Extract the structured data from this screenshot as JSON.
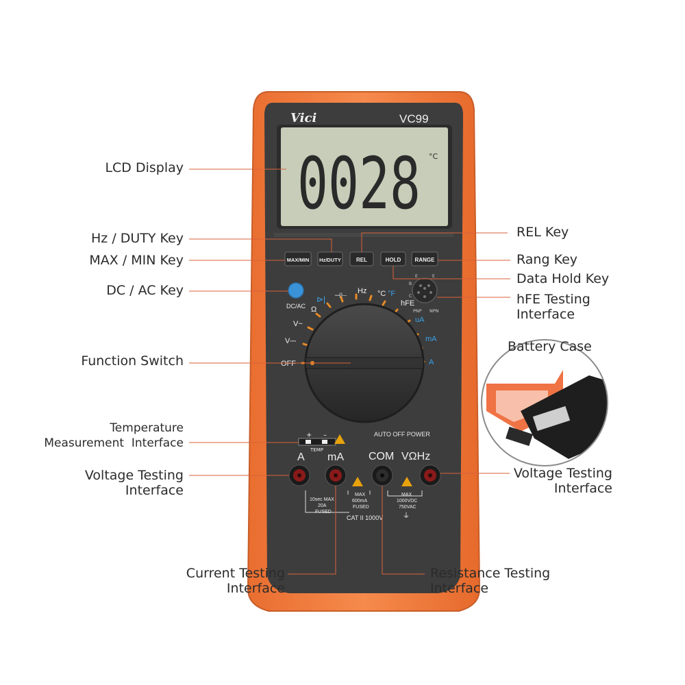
{
  "device": {
    "brand": "Vici",
    "model": "VC99",
    "reading": "0028",
    "reading_unit": "°C",
    "auto_off_text": "AUTO OFF POWER",
    "category_text": "CAT II 1000V"
  },
  "keys": {
    "max_min": "MAX/MIN",
    "hz_duty": "Hz/DUTY",
    "rel": "REL",
    "hold": "HOLD",
    "range": "RANGE",
    "dc_ac": "DC/AC"
  },
  "dial": {
    "off": "OFF",
    "v_dc": "V⎓",
    "v_ac": "V~",
    "ohm": "Ω",
    "cap": "⊣⊢",
    "hz": "Hz",
    "temp": "°C",
    "temp_f": "°F",
    "hfe": "hFE",
    "ua": "uA",
    "ma": "mA",
    "a": "A"
  },
  "hfe_socket": {
    "pnp": "PNP",
    "npn": "NPN",
    "pins": [
      "E",
      "B",
      "C",
      "E"
    ]
  },
  "temp_port": {
    "plus": "+",
    "minus": "–",
    "label": "TEMP"
  },
  "jacks": {
    "a_label": "A",
    "ma_label": "mA",
    "com_label": "COM",
    "vohm_label": "VΩHz",
    "a_rating_1": "10sec MAX",
    "a_rating_2": "20A",
    "a_rating_3": "FUSED",
    "ma_rating_1": "MAX",
    "ma_rating_2": "600mA",
    "ma_rating_3": "FUSED",
    "v_rating_1": "MAX",
    "v_rating_2": "1000VDC",
    "v_rating_3": "750VAC"
  },
  "callouts": {
    "lcd_display": "LCD Display",
    "hz_duty_key": "Hz / DUTY Key",
    "max_min_key": "MAX / MIN Key",
    "dc_ac_key": "DC / AC Key",
    "function_switch": "Function Switch",
    "temp_line1": "Temperature",
    "temp_line2": "Measurement  Interface",
    "voltage_left_line1": "Voltage Testing",
    "voltage_left_line2": "Interface",
    "current_line1": "Current Testing",
    "current_line2": "Interface",
    "resistance_line1": "Resistance Testing",
    "resistance_line2": "Interface",
    "rel_key": "REL Key",
    "rang_key": "Rang Key",
    "data_hold_key": "Data Hold Key",
    "hfe_line1": "hFE Testing",
    "hfe_line2": "Interface",
    "battery_case": "Battery Case",
    "voltage_right_line1": "Voltage Testing",
    "voltage_right_line2": "Interface"
  },
  "colors": {
    "body_orange": "#f07a3c",
    "panel_dark": "#3d3d3d",
    "lcd_green": "#c7cdb8",
    "dc_ac_button": "#3a93d8",
    "label_blue": "#3aa2e8",
    "accent_orange": "#e88b26",
    "jack_red": "#8a1a1a",
    "callout_line": "#d9623a"
  }
}
